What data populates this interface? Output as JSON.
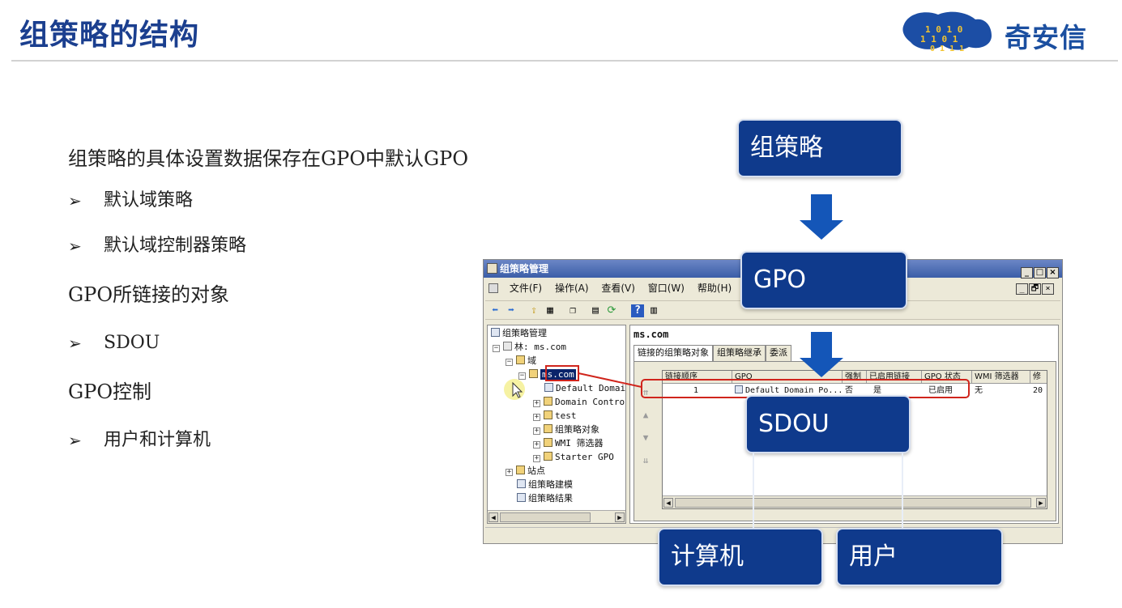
{
  "slide": {
    "title": "组策略的结构",
    "logo_text": "奇安信",
    "logo_bits": [
      "1",
      "0",
      "1",
      "0",
      "1",
      "1",
      "0",
      "1",
      "0",
      "1",
      "1",
      "1"
    ]
  },
  "bullets": {
    "line1": "组策略的具体设置数据保存在GPO中默认GPO",
    "line1_subs": [
      "默认域策略",
      "默认域控制器策略"
    ],
    "line2": "GPO所链接的对象",
    "line2_subs": [
      "SDOU"
    ],
    "line3": "GPO控制",
    "line3_subs": [
      "用户和计算机"
    ],
    "arrow_glyph": "➢"
  },
  "window": {
    "title": "组策略管理",
    "title_buttons": [
      "_",
      "□",
      "×"
    ],
    "inner_buttons": [
      "_",
      "🗗",
      "×"
    ],
    "menu": [
      "文件(F)",
      "操作(A)",
      "查看(V)",
      "窗口(W)",
      "帮助(H)"
    ],
    "tree": {
      "root": "组策略管理",
      "forest": "林: ms.com",
      "domains": "域",
      "domain": "ms.com",
      "children": [
        "Default Domain",
        "Domain Control",
        "test",
        "组策略对象",
        "WMI 筛选器",
        "Starter GPO"
      ],
      "sites": "站点",
      "modeling": "组策略建模",
      "results": "组策略结果"
    },
    "pane_title": "ms.com",
    "tabs": [
      "链接的组策略对象",
      "组策略继承",
      "委派"
    ],
    "columns": [
      "链接顺序",
      "GPO",
      "强制",
      "已启用链接",
      "GPO 状态",
      "WMI 筛选器",
      "修"
    ],
    "row": {
      "order": "1",
      "gpo": "Default Domain Po...",
      "enforced": "否",
      "link_enabled": "是",
      "status": "已启用",
      "wmi": "无",
      "modified": "20"
    }
  },
  "callouts": {
    "group_policy": "组策略",
    "gpo": "GPO",
    "sdou": "SDOU",
    "computer": "计算机",
    "user": "用户"
  },
  "colors": {
    "title_blue": "#1b3f8f",
    "callout_blue": "#0f3a8c",
    "arrow_blue": "#1456b8",
    "highlight_red": "#d0251c",
    "selection": "#0a246a"
  }
}
